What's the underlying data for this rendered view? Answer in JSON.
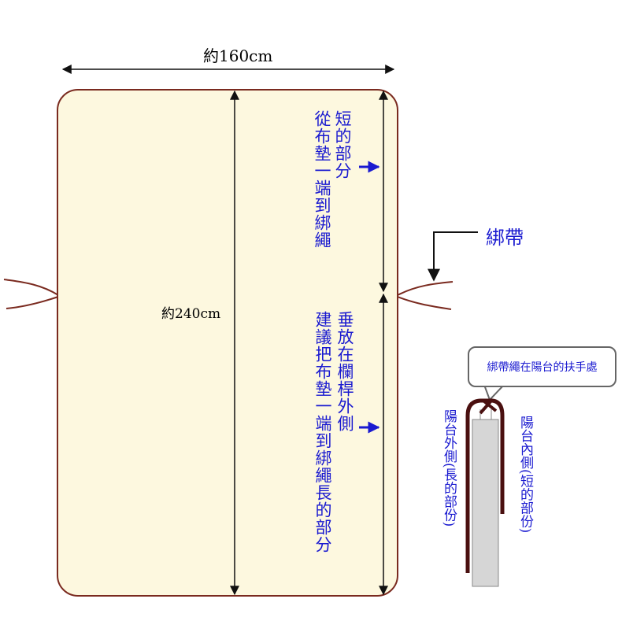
{
  "width_label": "約160cm",
  "length_label": "約240cm",
  "short_part": {
    "line1": "短的部分",
    "line2": "從布墊一端到綁繩"
  },
  "long_part": {
    "line1": "垂放在欄桿外側",
    "line2": "建議把布墊一端到綁繩長的部分"
  },
  "tie_label": "綁帶",
  "callout": "綁帶繩在陽台的扶手處",
  "outside_label": "陽台外側(長的部份)",
  "inside_label": "陽台內側(短的部份)",
  "colors": {
    "mat": "#fdf8df",
    "border": "#7a2a1f",
    "text_blue": "#1a1ad0",
    "strap": "#4a1010",
    "rail": "#d6d6d6"
  }
}
